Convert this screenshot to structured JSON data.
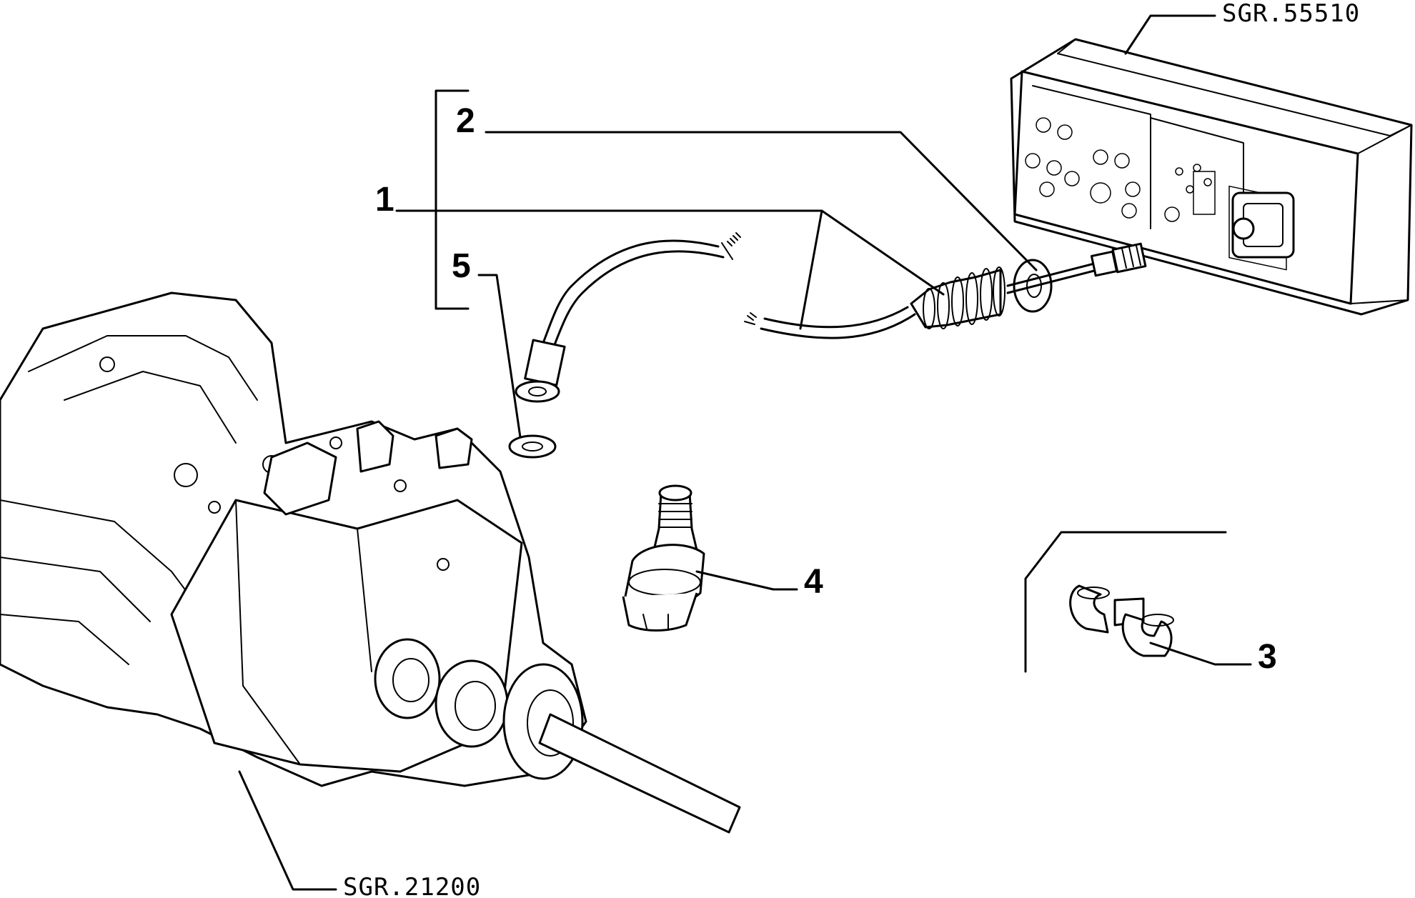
{
  "callouts": {
    "c1": "1",
    "c2": "2",
    "c3": "3",
    "c4": "4",
    "c5": "5"
  },
  "references": {
    "instrument_cluster": "SGR.55510",
    "gearbox": "SGR.21200"
  }
}
